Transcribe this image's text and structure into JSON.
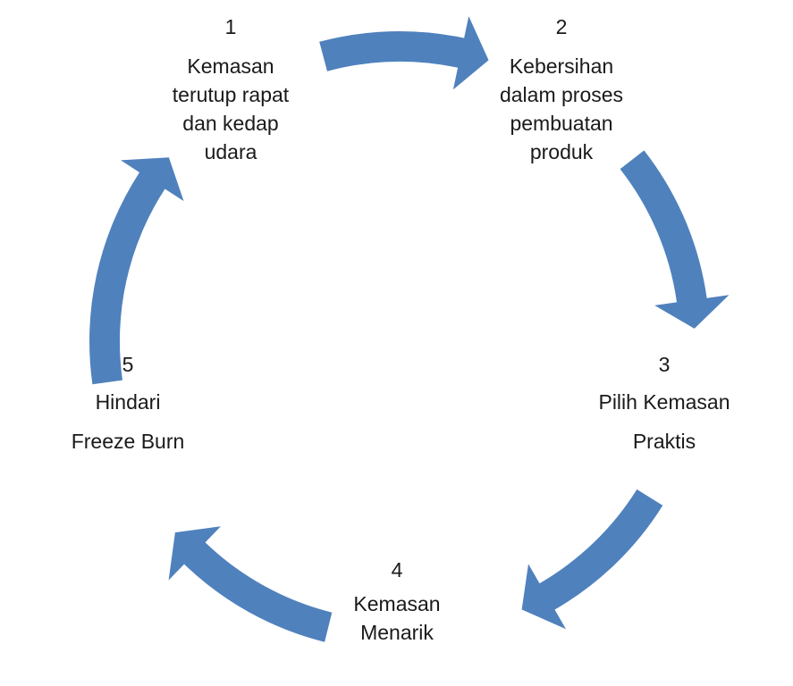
{
  "colors": {
    "arrow": "#4f81bd",
    "text": "#1a1a1a"
  },
  "nodes": [
    {
      "number": "1",
      "lines": [
        "Kemasan",
        "terutup rapat",
        "dan kedap",
        "udara"
      ]
    },
    {
      "number": "2",
      "lines": [
        "Kebersihan",
        "dalam proses",
        "pembuatan",
        "produk"
      ]
    },
    {
      "number": "3",
      "lines": [
        "Pilih Kemasan",
        "Praktis"
      ]
    },
    {
      "number": "4",
      "lines": [
        "Kemasan",
        "Menarik"
      ]
    },
    {
      "number": "5",
      "lines": [
        "Hindari",
        "Freeze Burn"
      ]
    }
  ]
}
